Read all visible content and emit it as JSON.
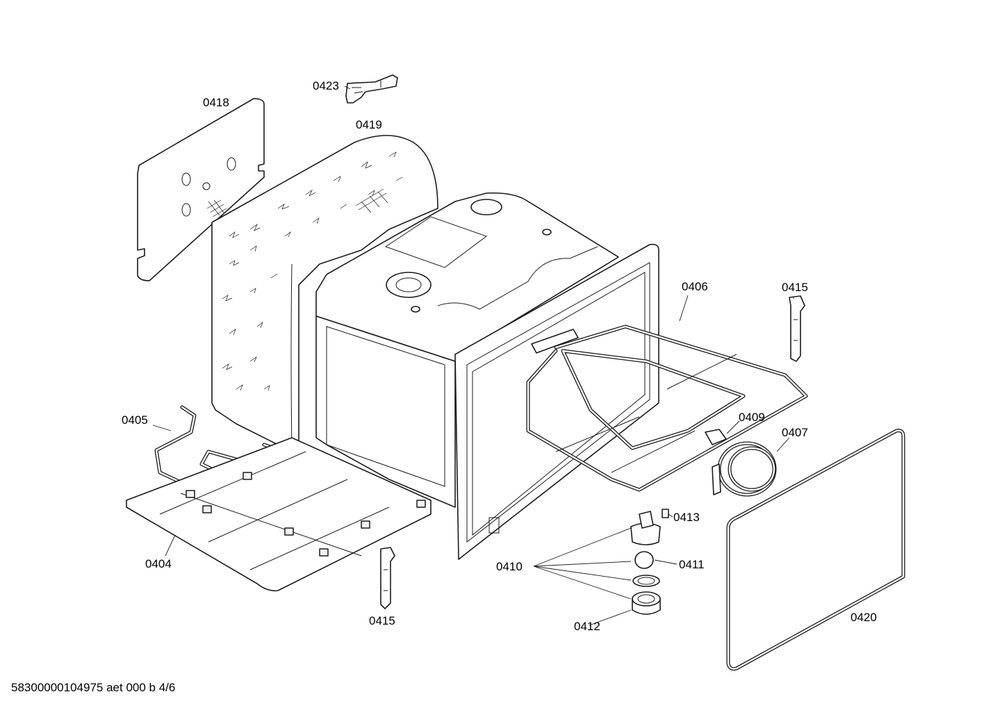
{
  "drawing": {
    "callouts": [
      {
        "id": "c0418",
        "label": "0418"
      },
      {
        "id": "c0423",
        "label": "0423"
      },
      {
        "id": "c0419",
        "label": "0419"
      },
      {
        "id": "c0406",
        "label": "0406"
      },
      {
        "id": "c0415a",
        "label": "0415"
      },
      {
        "id": "c0405",
        "label": "0405"
      },
      {
        "id": "c0409",
        "label": "0409"
      },
      {
        "id": "c0407",
        "label": "0407"
      },
      {
        "id": "c0413",
        "label": "0413"
      },
      {
        "id": "c0410",
        "label": "0410"
      },
      {
        "id": "c0411",
        "label": "0411"
      },
      {
        "id": "c0404",
        "label": "0404"
      },
      {
        "id": "c0415b",
        "label": "0415"
      },
      {
        "id": "c0412",
        "label": "0412"
      },
      {
        "id": "c0420",
        "label": "0420"
      }
    ]
  },
  "footer": {
    "text": "58300000104975 aet 000 b 4/6"
  },
  "colors": {
    "line": "#1a1a1a",
    "background": "#ffffff"
  }
}
